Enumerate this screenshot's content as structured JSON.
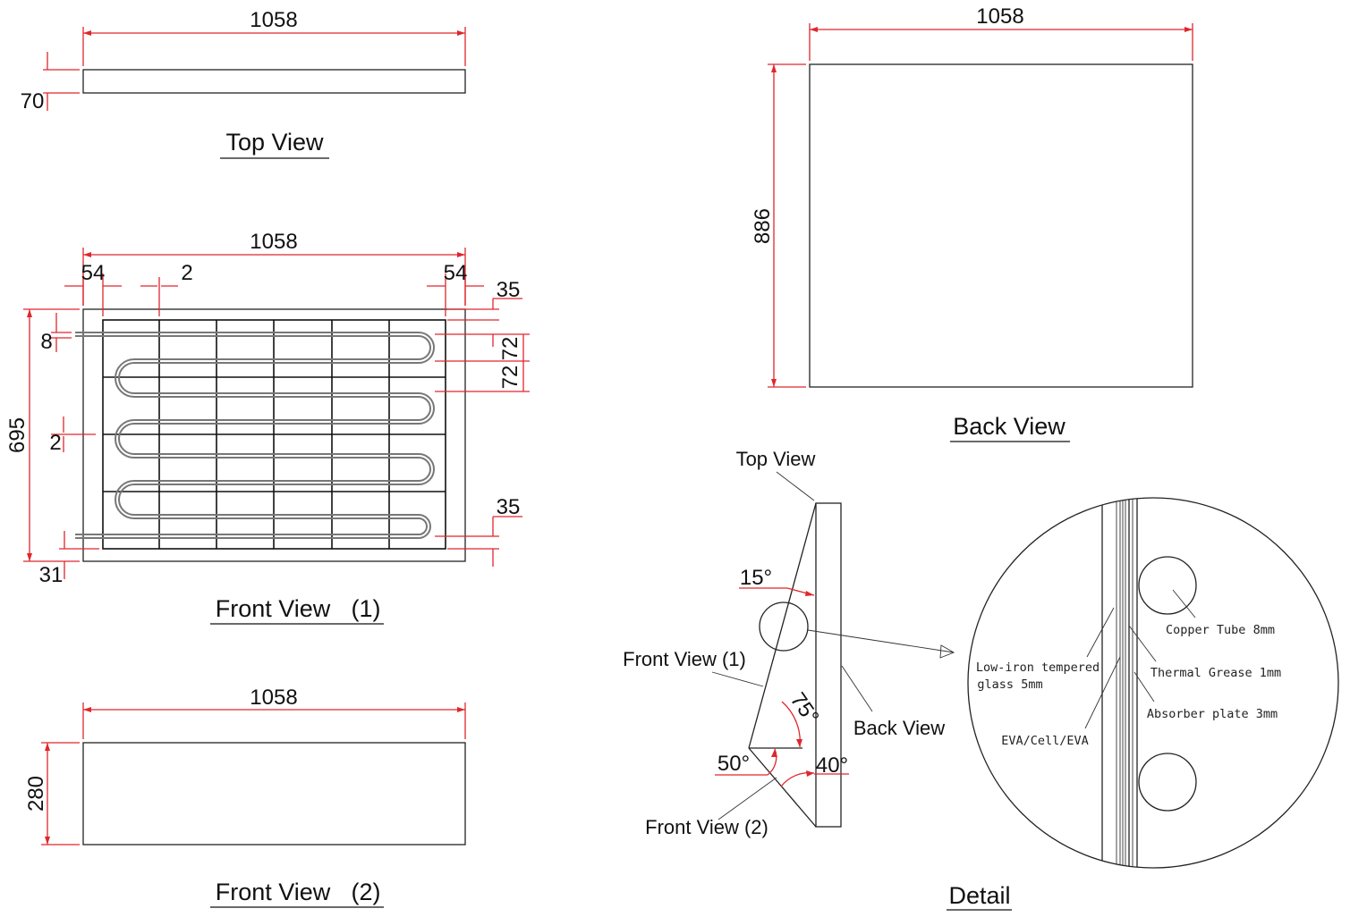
{
  "top_view": {
    "width_dim": "1058",
    "height_dim": "70",
    "caption": "Top View"
  },
  "front_view_1": {
    "width_dim": "1058",
    "left_margin_dim": "54",
    "gap_dim": "2",
    "right_margin_dim": "54",
    "top_offset_dim": "35",
    "tube_dia_dim": "8",
    "pitch_dim_a": "72",
    "pitch_dim_b": "72",
    "height_dim": "695",
    "mid_gap_dim": "2",
    "bottom_offset_dim": "35",
    "bottom_margin_dim": "31",
    "caption_main": "Front View",
    "caption_num": "(1)"
  },
  "front_view_2": {
    "width_dim": "1058",
    "height_dim": "280",
    "caption_main": "Front View",
    "caption_num": "(2)"
  },
  "back_view": {
    "width_dim": "1058",
    "height_dim": "886",
    "caption": "Back View"
  },
  "side_view": {
    "top_label": "Top View",
    "front1_label": "Front View (1)",
    "back_label": "Back View",
    "front2_label": "Front View (2)",
    "angle_15": "15°",
    "angle_75": "75°",
    "angle_50": "50°",
    "angle_40": "40°"
  },
  "detail": {
    "caption": "Detail",
    "copper": "Copper Tube 8mm",
    "grease": "Thermal Grease 1mm",
    "absorber": "Absorber plate 3mm",
    "glass_line1": "Low-iron tempered",
    "glass_line2": "glass 5mm",
    "eva": "EVA/Cell/EVA"
  }
}
